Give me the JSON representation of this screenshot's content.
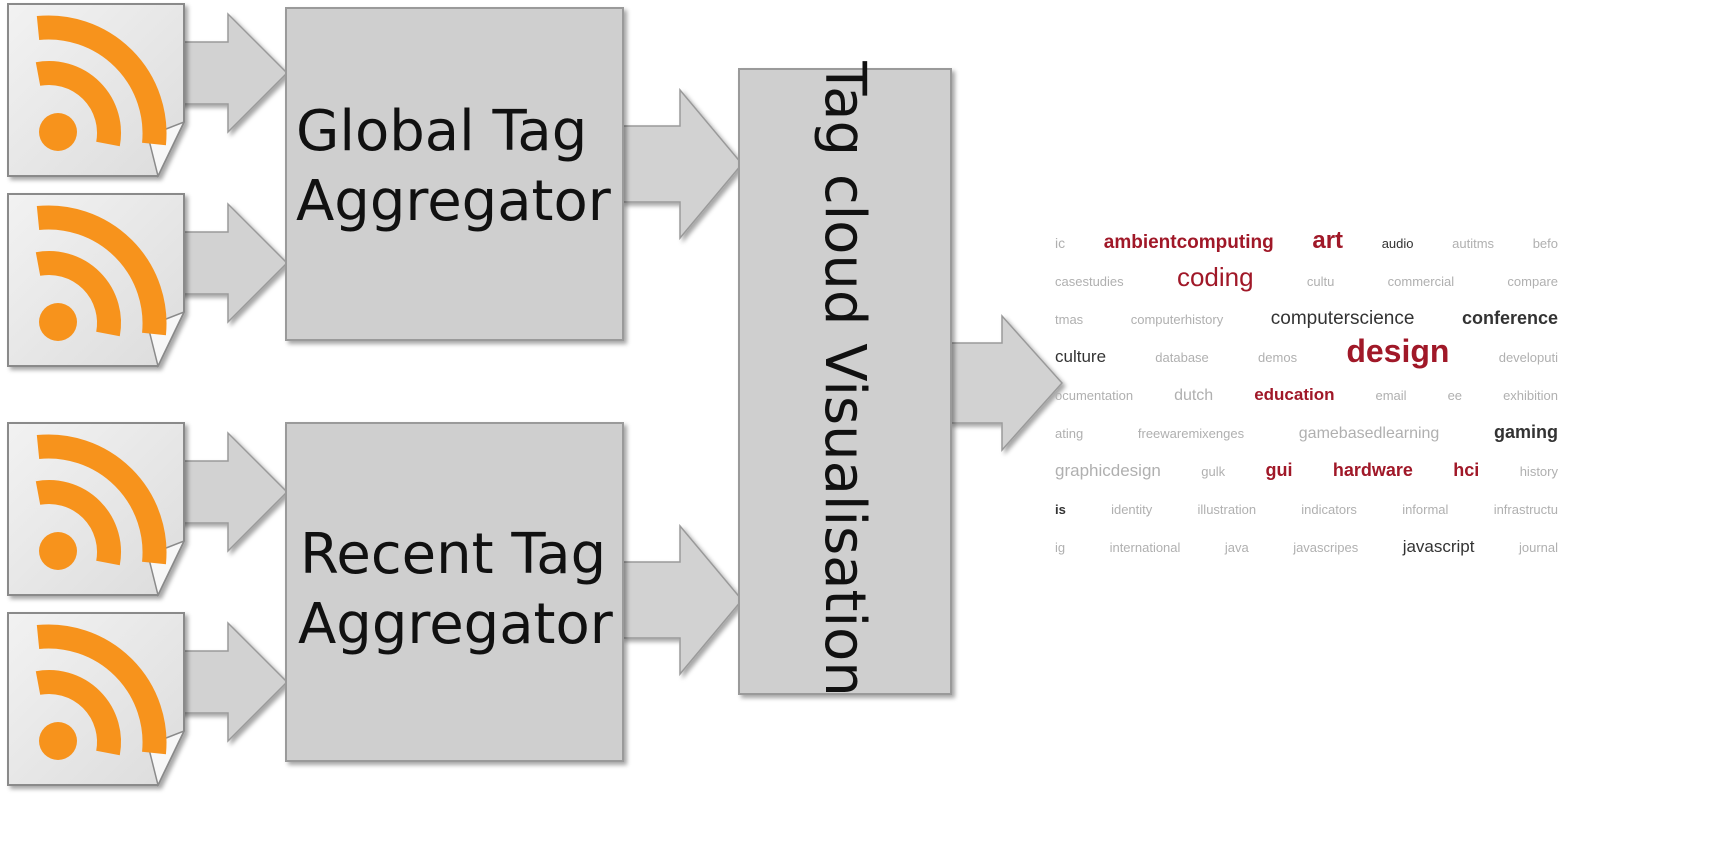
{
  "boxes": {
    "global": {
      "line1": "Global Tag",
      "line2": "Aggregator"
    },
    "recent": {
      "line1": "Recent Tag",
      "line2": "Aggregator"
    },
    "visualisation": {
      "label": "Tag cloud Visualisation"
    }
  },
  "feeds": [
    {
      "icon": "rss-feed-icon"
    },
    {
      "icon": "rss-feed-icon"
    },
    {
      "icon": "rss-feed-icon"
    },
    {
      "icon": "rss-feed-icon"
    }
  ],
  "colors": {
    "box_fill": "#cfcfcf",
    "box_stroke": "#9a9a9a",
    "arrow_fill": "#d2d2d2",
    "rss_orange": "#f7931e",
    "tag_red": "#a01828",
    "tag_dark": "#333333",
    "tag_light": "#b0b0b0"
  },
  "tag_cloud": {
    "rows": [
      [
        {
          "text": "ic",
          "tone": "light",
          "size": 14
        },
        {
          "text": "ambientcomputing",
          "tone": "red",
          "size": 19,
          "bold": true
        },
        {
          "text": "art",
          "tone": "red",
          "size": 24,
          "bold": true
        },
        {
          "text": "audio",
          "tone": "dark",
          "size": 13
        },
        {
          "text": "autitms",
          "tone": "light",
          "size": 13
        },
        {
          "text": "befo",
          "tone": "light",
          "size": 13
        }
      ],
      [
        {
          "text": "casestudies",
          "tone": "light",
          "size": 13
        },
        {
          "text": "coding",
          "tone": "red",
          "size": 26
        },
        {
          "text": "cultu",
          "tone": "light",
          "size": 13
        },
        {
          "text": "commercial",
          "tone": "light",
          "size": 13
        },
        {
          "text": "compare",
          "tone": "light",
          "size": 13
        }
      ],
      [
        {
          "text": "tmas",
          "tone": "light",
          "size": 13
        },
        {
          "text": "computerhistory",
          "tone": "light",
          "size": 13
        },
        {
          "text": "computerscience",
          "tone": "dark",
          "size": 19
        },
        {
          "text": "conference",
          "tone": "dark",
          "size": 18,
          "bold": true
        }
      ],
      [
        {
          "text": "culture",
          "tone": "dark",
          "size": 17
        },
        {
          "text": "database",
          "tone": "light",
          "size": 13
        },
        {
          "text": "demos",
          "tone": "light",
          "size": 13
        },
        {
          "text": "design",
          "tone": "red",
          "size": 32,
          "bold": true
        },
        {
          "text": "developuti",
          "tone": "light",
          "size": 13
        }
      ],
      [
        {
          "text": "ocumentation",
          "tone": "light",
          "size": 13
        },
        {
          "text": "dutch",
          "tone": "light",
          "size": 16
        },
        {
          "text": "education",
          "tone": "red",
          "size": 17,
          "bold": true
        },
        {
          "text": "email",
          "tone": "light",
          "size": 13
        },
        {
          "text": "ee",
          "tone": "light",
          "size": 13
        },
        {
          "text": "exhibition",
          "tone": "light",
          "size": 13
        }
      ],
      [
        {
          "text": "ating",
          "tone": "light",
          "size": 13
        },
        {
          "text": "freewaremixenges",
          "tone": "light",
          "size": 13
        },
        {
          "text": "gamebasedlearning",
          "tone": "light",
          "size": 16
        },
        {
          "text": "gaming",
          "tone": "dark",
          "size": 18,
          "bold": true
        }
      ],
      [
        {
          "text": "graphicdesign",
          "tone": "light",
          "size": 17
        },
        {
          "text": "gulk",
          "tone": "light",
          "size": 13
        },
        {
          "text": "gui",
          "tone": "red",
          "size": 18,
          "bold": true
        },
        {
          "text": "hardware",
          "tone": "red",
          "size": 18,
          "bold": true
        },
        {
          "text": "hci",
          "tone": "red",
          "size": 18,
          "bold": true
        },
        {
          "text": "history",
          "tone": "light",
          "size": 13
        }
      ],
      [
        {
          "text": "is",
          "tone": "dark",
          "size": 13,
          "bold": true
        },
        {
          "text": "identity",
          "tone": "light",
          "size": 13
        },
        {
          "text": "illustration",
          "tone": "light",
          "size": 13
        },
        {
          "text": "indicators",
          "tone": "light",
          "size": 13
        },
        {
          "text": "informal",
          "tone": "light",
          "size": 13
        },
        {
          "text": "infrastructu",
          "tone": "light",
          "size": 13
        }
      ],
      [
        {
          "text": "ig",
          "tone": "light",
          "size": 13
        },
        {
          "text": "international",
          "tone": "light",
          "size": 13
        },
        {
          "text": "java",
          "tone": "light",
          "size": 13
        },
        {
          "text": "javascripes",
          "tone": "light",
          "size": 13
        },
        {
          "text": "javascript",
          "tone": "dark",
          "size": 17
        },
        {
          "text": "journal",
          "tone": "light",
          "size": 13
        }
      ]
    ]
  }
}
